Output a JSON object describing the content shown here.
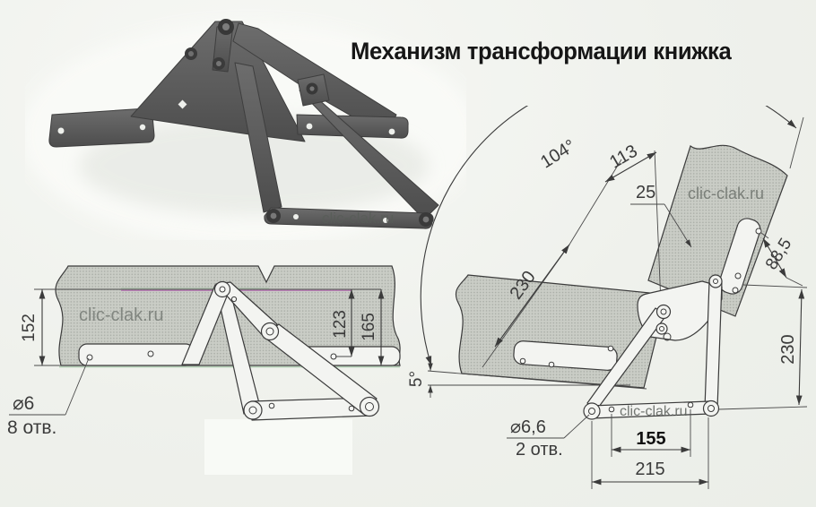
{
  "title": "Механизм трансформации книжка",
  "watermark": "clic-clak.ru",
  "colors": {
    "background": "#eff1ec",
    "panel_fill": "#c9ccc5",
    "line": "#3b3b3b",
    "magenta_line": "#b45cb0",
    "green_line": "#7db183",
    "watermark_gray": "#70756f",
    "metal_gray": "#5a5a5a",
    "bold_dim": "#101010"
  },
  "left_drawing": {
    "dim_height": "152",
    "dim_inner": "123",
    "dim_outer": "165",
    "hole_dia": "⌀6",
    "hole_count": "8 отв."
  },
  "right_drawing": {
    "dim_angle": "104°",
    "dim_back_width": "113",
    "dim_gap": "25",
    "dim_bracket": "88,5",
    "dim_back_len": "230",
    "dim_leg": "230",
    "dim_seat_angle": "5°",
    "hole_dia": "⌀6,6",
    "hole_count": "2 отв.",
    "dim_feet": "155",
    "dim_base": "215"
  }
}
